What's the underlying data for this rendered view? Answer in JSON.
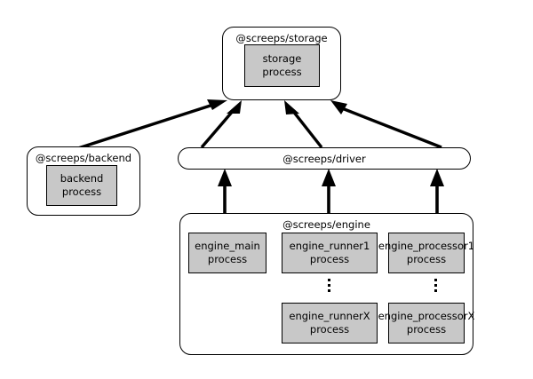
{
  "diagram": {
    "type": "architecture-block-diagram",
    "background": "#ffffff",
    "line_color": "#000000",
    "process_fill": "#c8c8c8",
    "packages": {
      "storage": {
        "title": "@screeps/storage",
        "processes": [
          {
            "name": "storage",
            "line1": "storage",
            "line2": "process"
          }
        ]
      },
      "backend": {
        "title": "@screeps/backend",
        "processes": [
          {
            "name": "backend",
            "line1": "backend",
            "line2": "process"
          }
        ]
      },
      "driver": {
        "title": "@screeps/driver",
        "shape": "stadium",
        "processes": []
      },
      "engine": {
        "title": "@screeps/engine",
        "columns": [
          {
            "name": "main-column",
            "processes": [
              {
                "name": "engine_main",
                "line1": "engine_main",
                "line2": "process"
              }
            ],
            "ellipsis": false
          },
          {
            "name": "runner-column",
            "processes": [
              {
                "name": "engine_runner1",
                "line1": "engine_runner1",
                "line2": "process"
              },
              {
                "name": "engine_runnerX",
                "line1": "engine_runnerX",
                "line2": "process"
              }
            ],
            "ellipsis": true
          },
          {
            "name": "processor-column",
            "processes": [
              {
                "name": "engine_processor1",
                "line1": "engine_processor1",
                "line2": "process"
              },
              {
                "name": "engine_processorX",
                "line1": "engine_processorX",
                "line2": "process"
              }
            ],
            "ellipsis": true
          }
        ]
      }
    },
    "edges": [
      {
        "name": "backend-to-storage",
        "from": "@screeps/backend",
        "to": "@screeps/storage",
        "style": "solid-arrow"
      },
      {
        "name": "driver-to-storage-left",
        "from": "@screeps/driver",
        "to": "@screeps/storage",
        "style": "solid-arrow"
      },
      {
        "name": "driver-to-storage-mid",
        "from": "@screeps/driver",
        "to": "@screeps/storage",
        "style": "solid-arrow"
      },
      {
        "name": "driver-to-storage-right",
        "from": "@screeps/driver",
        "to": "@screeps/storage",
        "style": "solid-arrow"
      },
      {
        "name": "engine-to-driver-left",
        "from": "@screeps/engine",
        "to": "@screeps/driver",
        "style": "solid-arrow"
      },
      {
        "name": "engine-to-driver-mid",
        "from": "@screeps/engine",
        "to": "@screeps/driver",
        "style": "solid-arrow"
      },
      {
        "name": "engine-to-driver-right",
        "from": "@screeps/engine",
        "to": "@screeps/driver",
        "style": "solid-arrow"
      }
    ]
  }
}
